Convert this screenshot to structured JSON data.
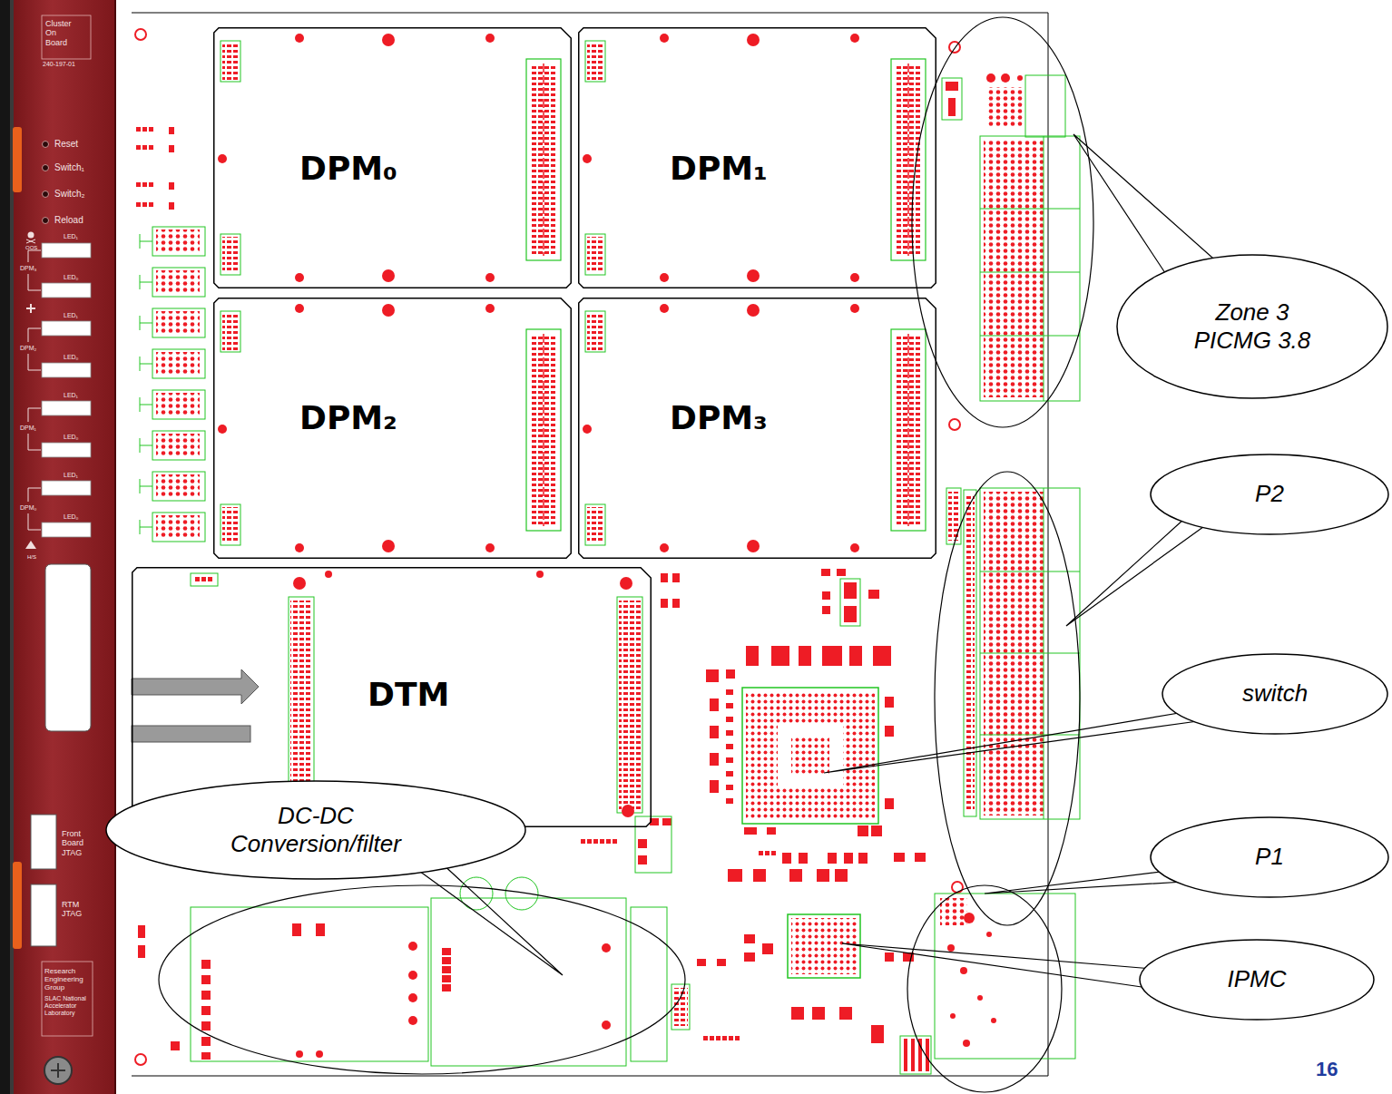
{
  "diagram": {
    "nodes": [
      {
        "text": [
          "Cluster On Board",
          "240-197-01",
          "Reset",
          "Switch₁",
          "Switch₂",
          "Reload",
          "OOS",
          "LED₁",
          "DPM₃",
          "LED₀",
          "LED₁",
          "DPM₂",
          "LED₀",
          "LED₁",
          "DPM₁",
          "LED₀",
          "LED₁",
          "DPM₀",
          "LED₀",
          "H/S",
          "Front Board JTAG",
          "RTM JTAG",
          "Research Engineering Group",
          "SLAC National Accelerator Laboratory"
        ]
      },
      {
        "text": [
          "DPM₀"
        ]
      },
      {
        "text": [
          "DPM₁"
        ]
      },
      {
        "text": [
          "Zone 3 PICMG 3.8"
        ]
      },
      {
        "text": [
          "DPM₂"
        ]
      },
      {
        "text": [
          "DPM₃"
        ]
      },
      {
        "text": [
          "P2"
        ]
      },
      {
        "text": [
          "DTM"
        ]
      },
      {
        "text": [
          "switch"
        ]
      },
      {
        "text": [
          "DC-DC Conversion/filter"
        ]
      },
      {
        "text": [
          "P1"
        ]
      },
      {
        "text": [
          "IPMC"
        ]
      }
    ],
    "labels": [
      "16"
    ]
  }
}
